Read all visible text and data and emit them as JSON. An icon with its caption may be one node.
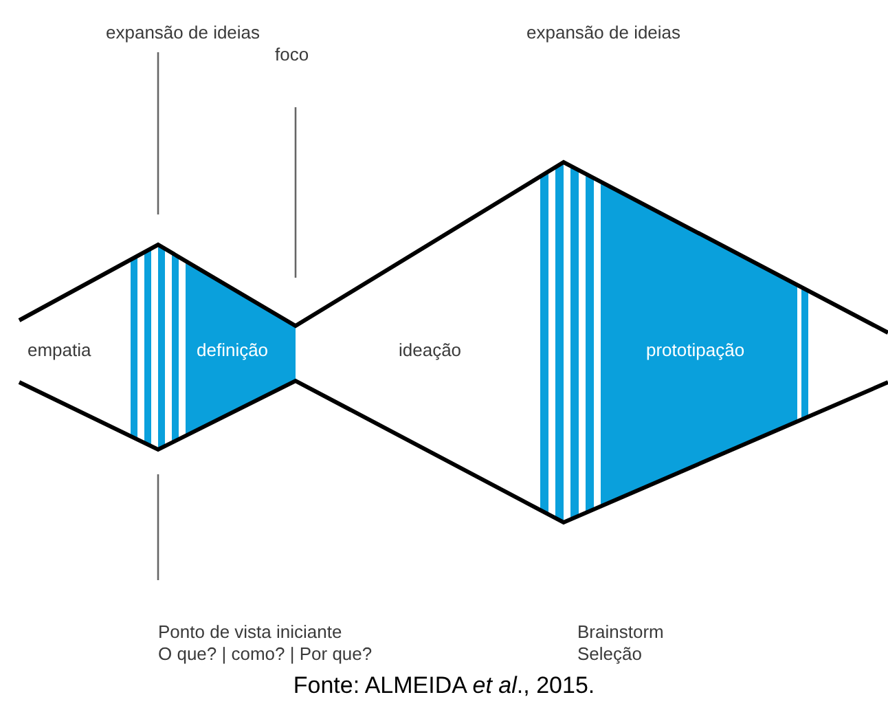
{
  "diagram": {
    "caption": "Fonte: ALMEIDA *et al*., 2015.",
    "nodes": [
      {
        "text": [
          "expansão de ideias"
        ]
      },
      {
        "text": [
          "foco"
        ]
      },
      {
        "text": [
          "empatia"
        ]
      },
      {
        "text": [
          "definição"
        ]
      },
      {
        "text": [
          "ideação"
        ]
      },
      {
        "text": [
          "prototipação"
        ]
      },
      {
        "text": [
          "Ponto de vista iniciante",
          "O que? | como? | Por que?"
        ]
      }
    ],
    "edges": [
      {
        "from": 0,
        "to": null,
        "arrow": "none"
      },
      {
        "from": 1,
        "to": null,
        "arrow": "none"
      },
      {
        "from": 6,
        "to": null,
        "arrow": "none"
      }
    ],
    "labels": [
      "expansão de ideias",
      "Brainstorm",
      "Seleção"
    ]
  }
}
